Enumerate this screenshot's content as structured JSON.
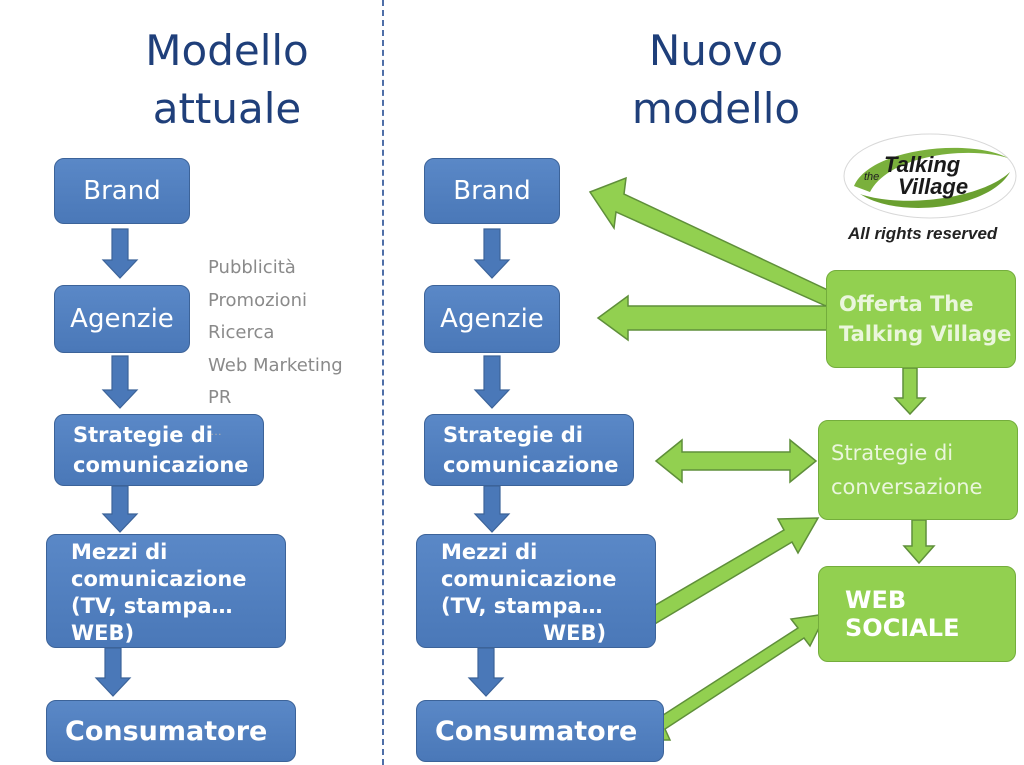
{
  "left": {
    "title_line1": "Modello",
    "title_line2": "attuale",
    "brand": "Brand",
    "agenzie": "Agenzie",
    "strategie_line1": "Strategie di",
    "strategie_line2": "comunicazione",
    "mezzi_line1": "Mezzi di",
    "mezzi_line2": "comunicazione",
    "mezzi_line3": "(TV, stampa…",
    "mezzi_line4": "WEB)",
    "consumatore": "Consumatore",
    "agency_activities": [
      "Pubblicità",
      "Promozioni",
      "Ricerca",
      "Web Marketing",
      "PR"
    ],
    "ellipsis": "…"
  },
  "right": {
    "title_line1": "Nuovo",
    "title_line2": "modello",
    "brand": "Brand",
    "agenzie": "Agenzie",
    "strategie_line1": "Strategie di",
    "strategie_line2": "comunicazione",
    "mezzi_line1": "Mezzi di",
    "mezzi_line2": "comunicazione",
    "mezzi_line3": "(TV, stampa…",
    "mezzi_line4": "WEB)",
    "consumatore": "Consumatore",
    "offerta_line1": "Offerta The",
    "offerta_line2": "Talking Village",
    "conversazione_line1": "Strategie di",
    "conversazione_line2": "conversazione",
    "web_line1": "WEB",
    "web_line2": "SOCIALE"
  },
  "logo": {
    "text_the": "the",
    "text_talking": "Talking",
    "text_village": "Village",
    "rights": "All rights reserved"
  },
  "colors": {
    "blue_box": "#4a78b8",
    "green_box": "#92d050",
    "title": "#1f3f7a"
  }
}
